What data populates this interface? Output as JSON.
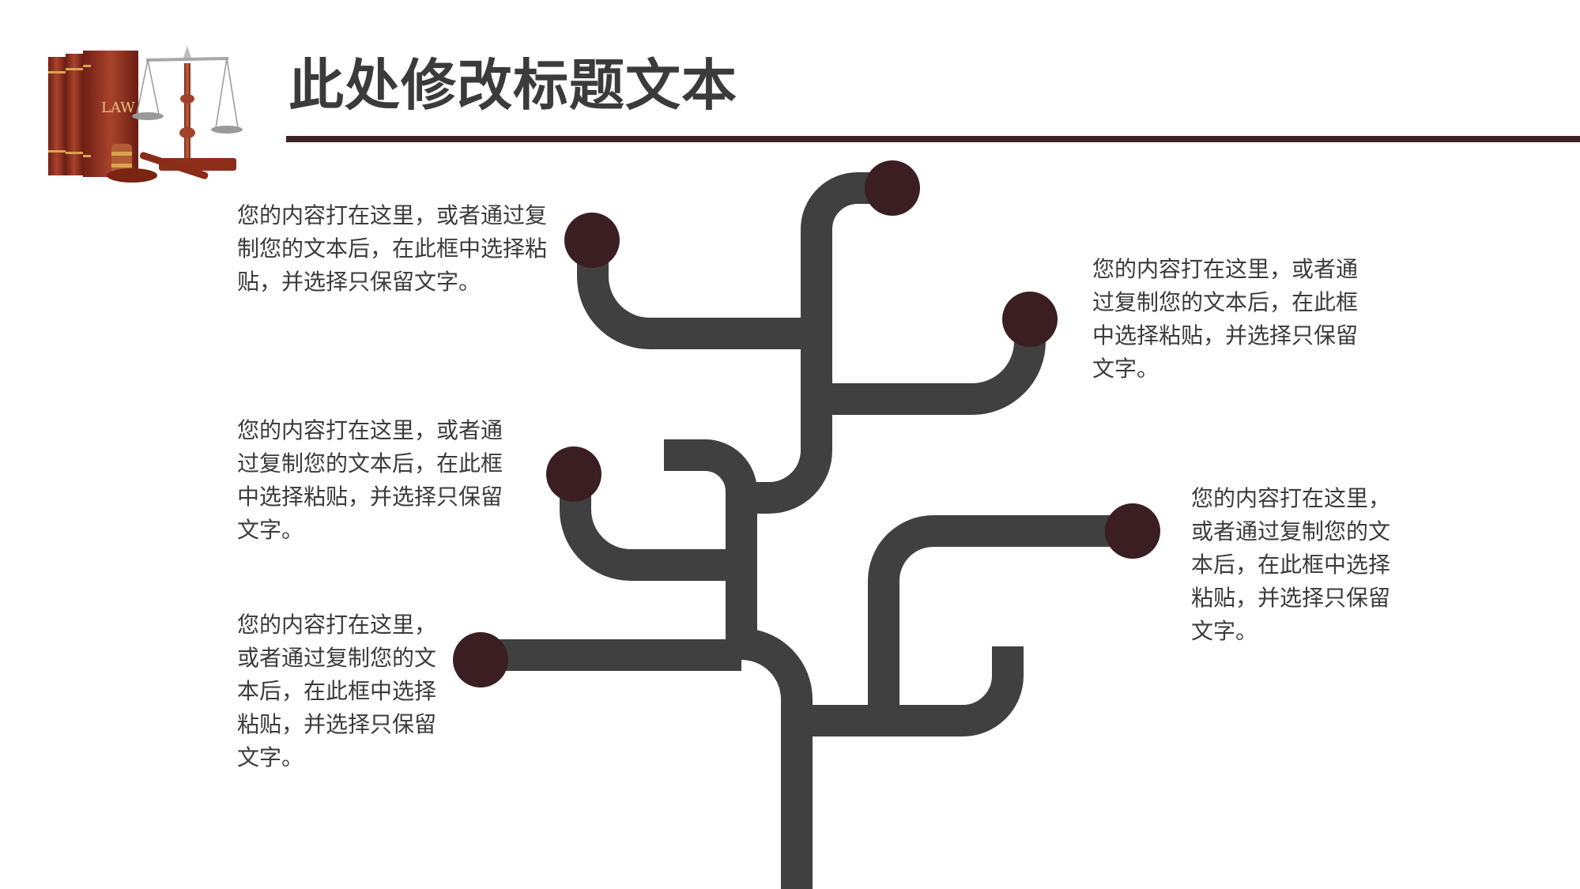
{
  "slide": {
    "title": "此处修改标题文本",
    "logo_text": "LAW",
    "colors": {
      "accent": "#3a1e21",
      "branch": "#404040",
      "rule": "#3a2226",
      "text": "#3b3b3b"
    },
    "blocks": [
      {
        "text": "您的内容打在这里，或者通过复制您的文本后，在此框中选择粘贴，并选择只保留文字。"
      },
      {
        "text": "您的内容打在这里，或者通过复制您的文本后，在此框中选择粘贴，并选择只保留文字。"
      },
      {
        "text": "您的内容打在这里，或者通过复制您的文本后，在此框中选择粘贴，并选择只保留文字。"
      },
      {
        "text": "您的内容打在这里，或者通过复制您的文本后，在此框中选择粘贴，并选择只保留文字。"
      },
      {
        "text": "您的内容打在这里，或者通过复制您的文本后，在此框中选择粘贴，并选择只保留文字。"
      }
    ]
  }
}
